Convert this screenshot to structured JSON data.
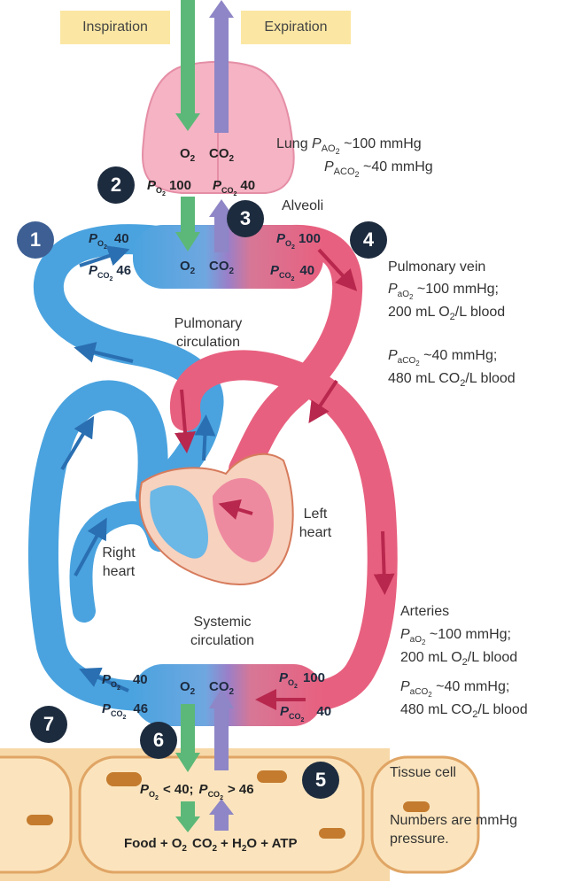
{
  "header": {
    "inspiration": "Inspiration",
    "expiration": "Expiration"
  },
  "lung": {
    "o2": "O",
    "o2_sub": "2",
    "co2": "CO",
    "co2_sub": "2",
    "po2": "100",
    "pco2": "40",
    "label_line1": "Lung",
    "p_ao2": "AO",
    "p_ao2_sub": "2",
    "p_ao2_val": "~100 mmHg",
    "p_aco2": "ACO",
    "p_aco2_sub": "2",
    "p_aco2_val": "~40 mmHg",
    "alveoli": "Alveoli"
  },
  "pulmonary_capillary": {
    "left_po2": "40",
    "left_pco2": "46",
    "right_po2": "100",
    "right_pco2": "40",
    "o2": "O",
    "co2": "CO",
    "sub": "2"
  },
  "pulmonary_vein": {
    "title": "Pulmonary vein",
    "pao2": "~100 mmHg;",
    "o2_content": "200 mL O",
    "o2_content_tail": "/L blood",
    "paco2": "~40 mmHg;",
    "co2_content": "480 mL CO",
    "co2_content_tail": "/L blood"
  },
  "circulation": {
    "pulmonary_line1": "Pulmonary",
    "pulmonary_line2": "circulation",
    "systemic_line1": "Systemic",
    "systemic_line2": "circulation",
    "right_heart_line1": "Right",
    "right_heart_line2": "heart",
    "left_heart_line1": "Left",
    "left_heart_line2": "heart"
  },
  "systemic_capillary": {
    "left_po2": "40",
    "left_pco2": "46",
    "right_po2": "100",
    "right_pco2": "40",
    "o2": "O",
    "co2": "CO",
    "sub": "2"
  },
  "arteries": {
    "title": "Arteries",
    "pao2": "~100 mmHg;",
    "o2_content": "200 mL O",
    "o2_content_tail": "/L blood",
    "paco2": "~40 mmHg;",
    "co2_content": "480 mL CO",
    "co2_content_tail": "/L blood"
  },
  "tissue": {
    "label": "Tissue cell",
    "po2_cond": "< 40;",
    "pco2_cond": "> 46",
    "equation_food": "Food + O",
    "equation_co2": "CO",
    "equation_h2o": "+ H",
    "equation_o": "O + ATP",
    "note_line1": "Numbers are mmHg",
    "note_line2": "pressure."
  },
  "badges": [
    "1",
    "2",
    "3",
    "4",
    "5",
    "6",
    "7"
  ],
  "colors": {
    "deoxygenated": "#4aa3df",
    "oxygenated": "#e8607f",
    "o2_arrow": "#5cb878",
    "co2_arrow": "#8e86c6",
    "lung": "#f5b3c4",
    "tissue": "#f9d9a8",
    "badge_dark": "#1d2b3e",
    "badge_blue": "#3d5f93"
  }
}
